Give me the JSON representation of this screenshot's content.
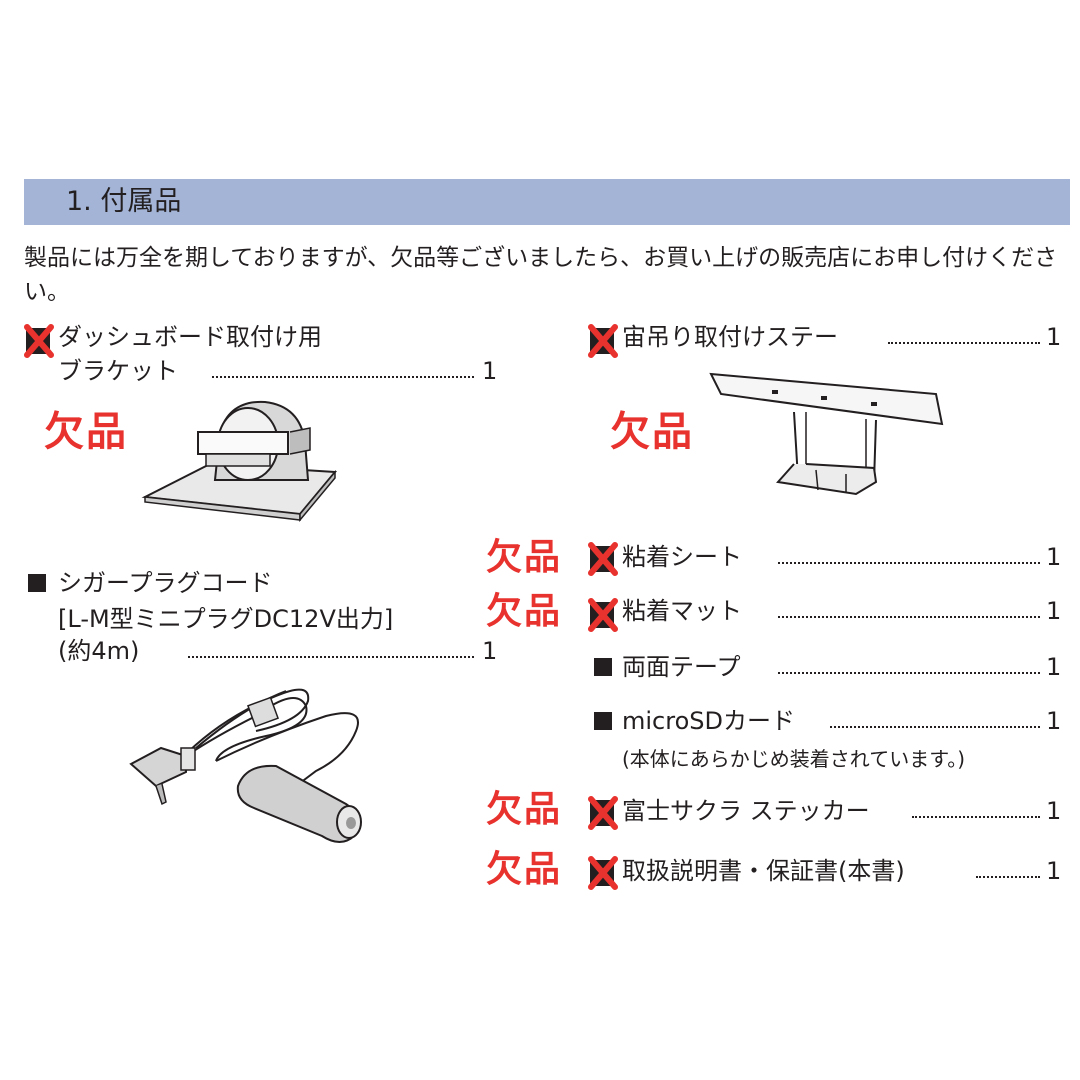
{
  "section": {
    "title": "1. 付属品"
  },
  "intro": "製品には万全を期しておりますが、欠品等ございましたら、お買い上げの販売店にお申し付けください。",
  "missing_label": "欠品",
  "items": {
    "bracket": {
      "line1": "ダッシュボード取付け用",
      "line2": "ブラケット",
      "qty": "1"
    },
    "cigar": {
      "line1": "シガープラグコード",
      "line2": "[L-M型ミニプラグDC12V出力]",
      "line3": "(約4m)",
      "qty": "1"
    },
    "stay": {
      "label": "宙吊り取付けステー",
      "qty": "1"
    },
    "sheet": {
      "label": "粘着シート",
      "qty": "1"
    },
    "mat": {
      "label": "粘着マット",
      "qty": "1"
    },
    "tape": {
      "label": "両面テープ",
      "qty": "1"
    },
    "sd": {
      "label": "microSDカード",
      "note": "(本体にあらかじめ装着されています。)",
      "qty": "1"
    },
    "sticker": {
      "label": "富士サクラ ステッカー",
      "qty": "1"
    },
    "manual": {
      "label": "取扱説明書・保証書(本書)",
      "qty": "1"
    }
  },
  "colors": {
    "header_bg": "#a3b4d7",
    "missing_red": "#e8322e",
    "text": "#231f20"
  }
}
